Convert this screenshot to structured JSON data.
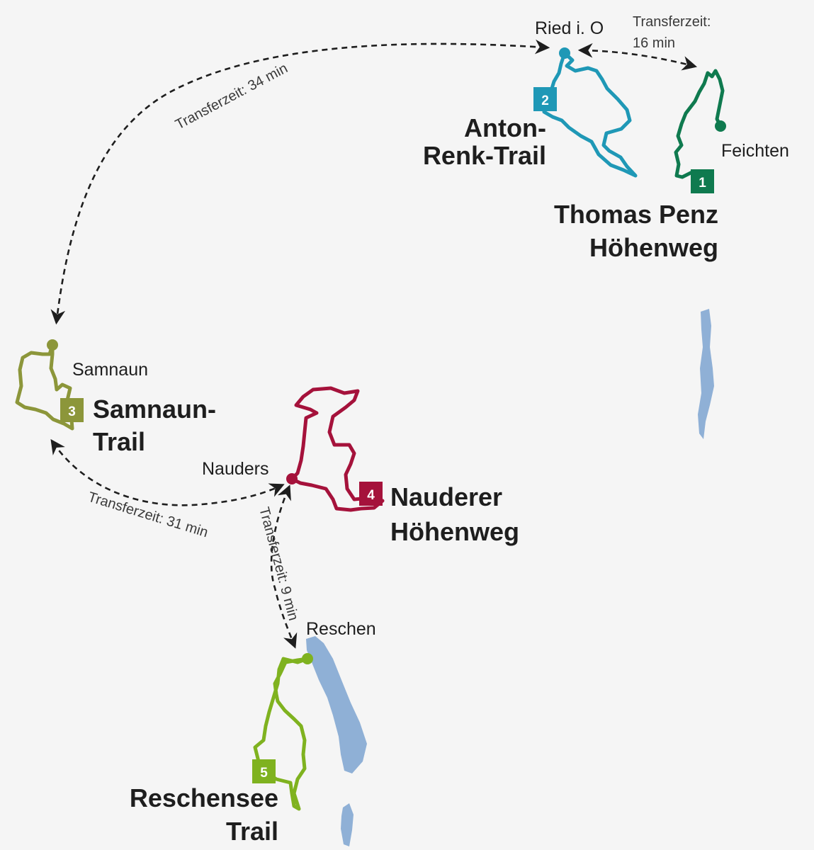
{
  "colors": {
    "background": "#f5f5f5",
    "text": "#1e1e1e",
    "lake": "#8fb0d6",
    "trail_1": "#0f7a4f",
    "trail_2": "#1f98b6",
    "trail_3": "#8c963a",
    "trail_4": "#a5123b",
    "trail_5": "#7fb21f"
  },
  "towns": {
    "ried": "Ried i. O",
    "feichten": "Feichten",
    "samnaun": "Samnaun",
    "nauders": "Nauders",
    "reschen": "Reschen"
  },
  "trails": [
    {
      "number": "1",
      "name_line1": "Thomas Penz",
      "name_line2": "Höhenweg"
    },
    {
      "number": "2",
      "name_line1": "Anton-",
      "name_line2": "Renk-Trail"
    },
    {
      "number": "3",
      "name_line1": "Samnaun-",
      "name_line2": "Trail"
    },
    {
      "number": "4",
      "name_line1": "Nauderer",
      "name_line2": "Höhenweg"
    },
    {
      "number": "5",
      "name_line1": "Reschensee",
      "name_line2": "Trail"
    }
  ],
  "transfers": {
    "ried_samnaun": "Transferzeit: 34 min",
    "ried_feichten_line1": "Transferzeit:",
    "ried_feichten_line2": "16 min",
    "samnaun_nauders": "Transferzeit: 31 min",
    "nauders_reschen": "Transferzeit: 9 min"
  }
}
